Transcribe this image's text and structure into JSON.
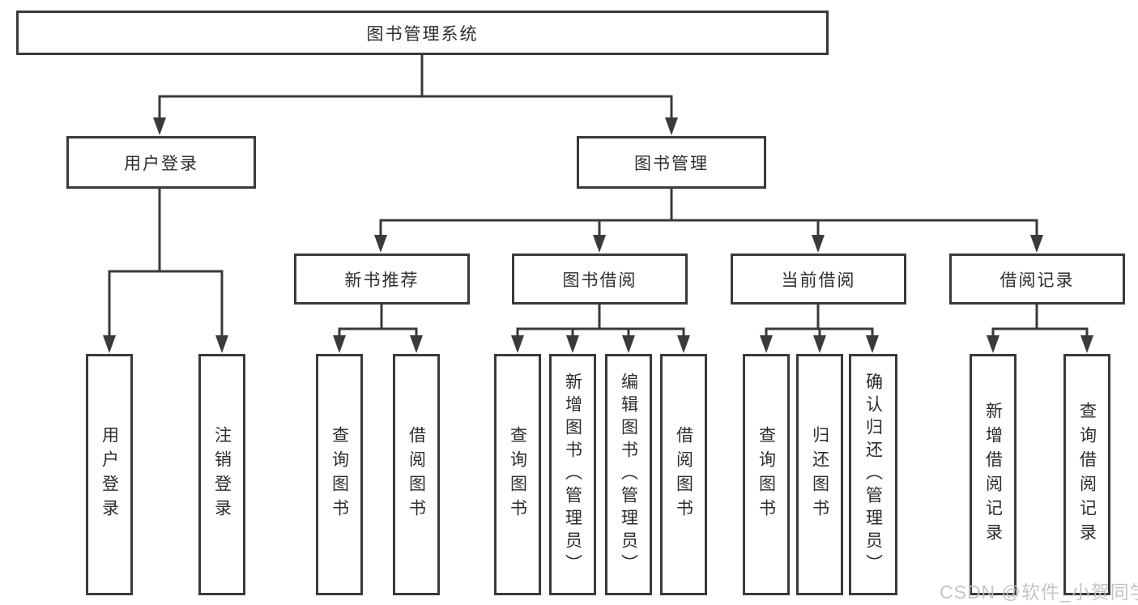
{
  "colors": {
    "line": "#3a3a3a",
    "box_border": "#3a3a3a",
    "box_fill": "#ffffff",
    "text": "#2d2d2d",
    "watermark": "#c0c0c0"
  },
  "watermark": {
    "text": "CSDN @软件_小贺同学"
  },
  "tree": {
    "root": "图书管理系统",
    "branches": [
      {
        "label": "用户登录",
        "children": [
          "用户登录",
          "注销登录"
        ]
      },
      {
        "label": "图书管理",
        "children": [
          {
            "label": "新书推荐",
            "children": [
              "查询图书",
              "借阅图书"
            ]
          },
          {
            "label": "图书借阅",
            "children": [
              "查询图书",
              "新增图书（管理员）",
              "编辑图书（管理员）",
              "借阅图书"
            ]
          },
          {
            "label": "当前借阅",
            "children": [
              "查询图书",
              "归还图书",
              "确认归还（管理员）"
            ]
          },
          {
            "label": "借阅记录",
            "children": [
              "新增借阅记录",
              "查询借阅记录"
            ]
          }
        ]
      }
    ]
  }
}
